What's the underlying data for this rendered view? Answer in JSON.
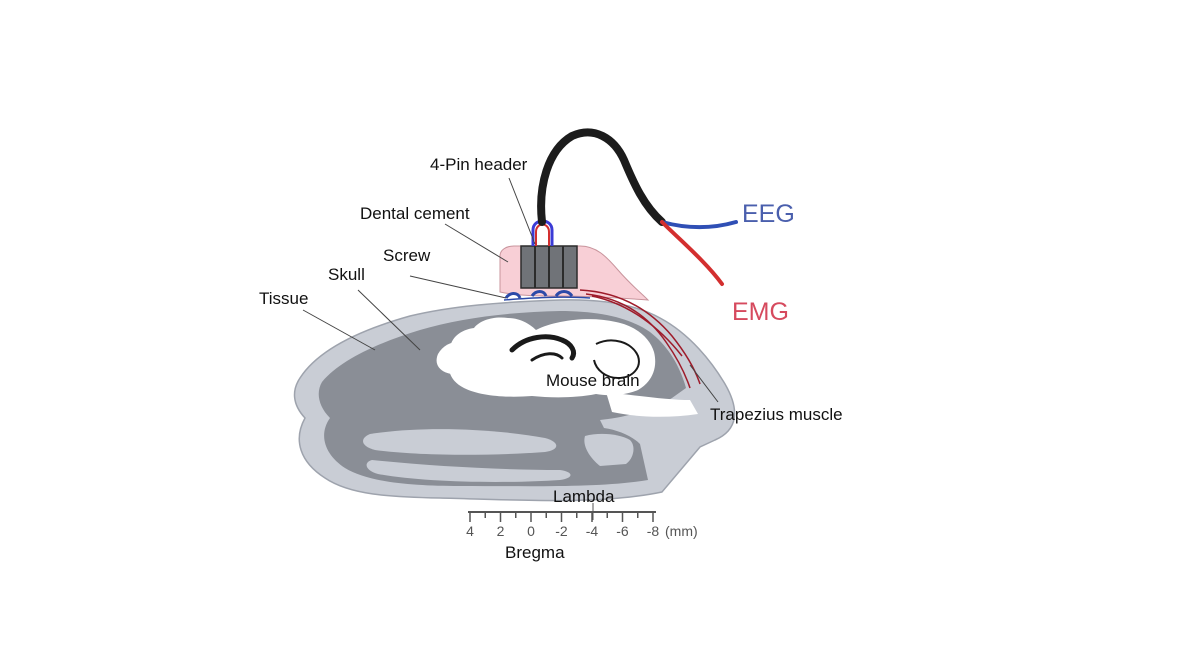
{
  "labels": {
    "header": "4-Pin header",
    "cement": "Dental cement",
    "screw": "Screw",
    "skull": "Skull",
    "tissue": "Tissue",
    "brain": "Mouse brain",
    "muscle": "Trapezius muscle",
    "lambda": "Lambda",
    "bregma": "Bregma"
  },
  "signals": {
    "eeg": {
      "label": "EEG",
      "color": "#4a5fad"
    },
    "emg": {
      "label": "EMG",
      "color": "#d64a5e"
    }
  },
  "scale": {
    "ticks": [
      "4",
      "2",
      "0",
      "-2",
      "-4",
      "-6",
      "-8"
    ],
    "unit": "(mm)"
  }
}
